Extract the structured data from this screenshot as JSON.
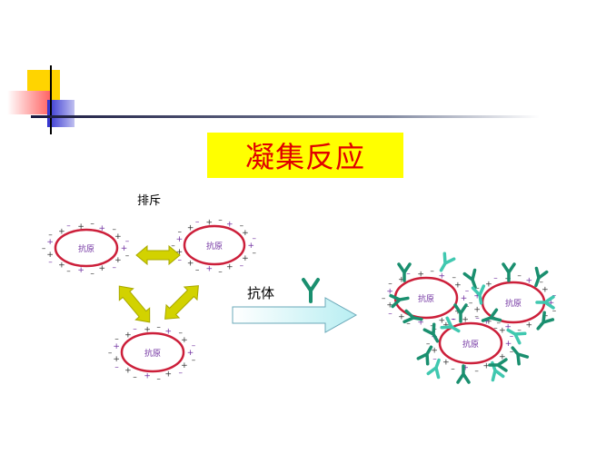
{
  "title": "凝集反应",
  "repulsion_label": "排斥",
  "antibody_label": "抗体",
  "antibody_symbol": "Y",
  "antigen_label": "抗原",
  "colors": {
    "title_bg": "#ffff00",
    "title_text": "#e00000",
    "cell_outline": "#cc1f3a",
    "cell_label": "#7030a0",
    "antibody": "#1a8f6f",
    "antibody_light": "#40c8b0",
    "arrow_yellow": "#c8c800",
    "arrow_cyan": "#d6f7f7"
  },
  "icons": [
    "double-arrow-icon",
    "right-arrow-icon",
    "antibody-y-icon"
  ]
}
